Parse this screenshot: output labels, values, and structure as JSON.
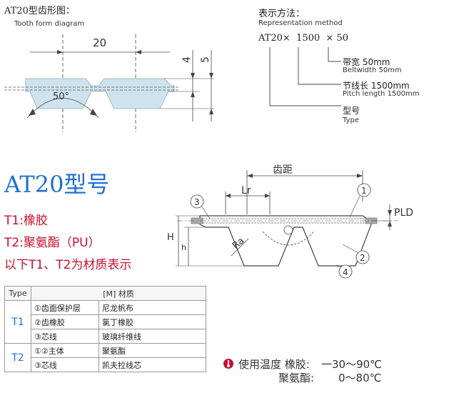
{
  "tooth_diagram": {
    "title": "AT20型齿形图：",
    "subtitle": "Tooth form diagram",
    "pitch_label": "20",
    "height_label_1": "4",
    "height_label_2": "5",
    "angle_label": "50°"
  },
  "representation": {
    "title": "表示方法：",
    "subtitle": "Representation method",
    "code": "AT20×  1500  × 50",
    "width_cn": "带宽 50mm",
    "width_en": "Beltwidth 50mm",
    "length_cn": "节线长 1500mm",
    "length_en": "Pitch length 1500mm",
    "type_cn": "型号",
    "type_en": "Type"
  },
  "model": {
    "title": "AT20型号",
    "t1": "T1:橡胶",
    "t2": "T2:聚氨酯（PU）",
    "note": "以下T1、T2为材质表示"
  },
  "section_diagram": {
    "pitch_label": "齿距",
    "lr_label": "Lr",
    "ra_label": "Ra",
    "pld_label": "PLD",
    "h_upper": "H",
    "h_lower": "h",
    "callout_1": "1",
    "callout_2": "2",
    "callout_3": "3",
    "callout_4": "4"
  },
  "material_table": {
    "header_type": "Type",
    "header_material": "[M] 材质",
    "t1_type": "T1",
    "t2_type": "T2",
    "rows_t1": [
      {
        "part": "①齿面保护层",
        "material": "尼龙帆布"
      },
      {
        "part": "②齿橡胶",
        "material": "氯丁橡胶"
      },
      {
        "part": "③芯线",
        "material": "玻璃纤维线"
      }
    ],
    "rows_t2": [
      {
        "part": "①②主体",
        "material": "聚氨酯"
      },
      {
        "part": "③芯线",
        "material": "凯夫拉线芯"
      }
    ]
  },
  "temperature": {
    "rubber_label": "使用温度 橡胶:",
    "rubber_range": "一30～90℃",
    "pu_label": "聚氨酯:",
    "pu_range": "0～80℃"
  },
  "colors": {
    "title_blue": "#1f6fd1",
    "model_red": "#c8102e",
    "belt_fill": "#cfe3ee"
  }
}
